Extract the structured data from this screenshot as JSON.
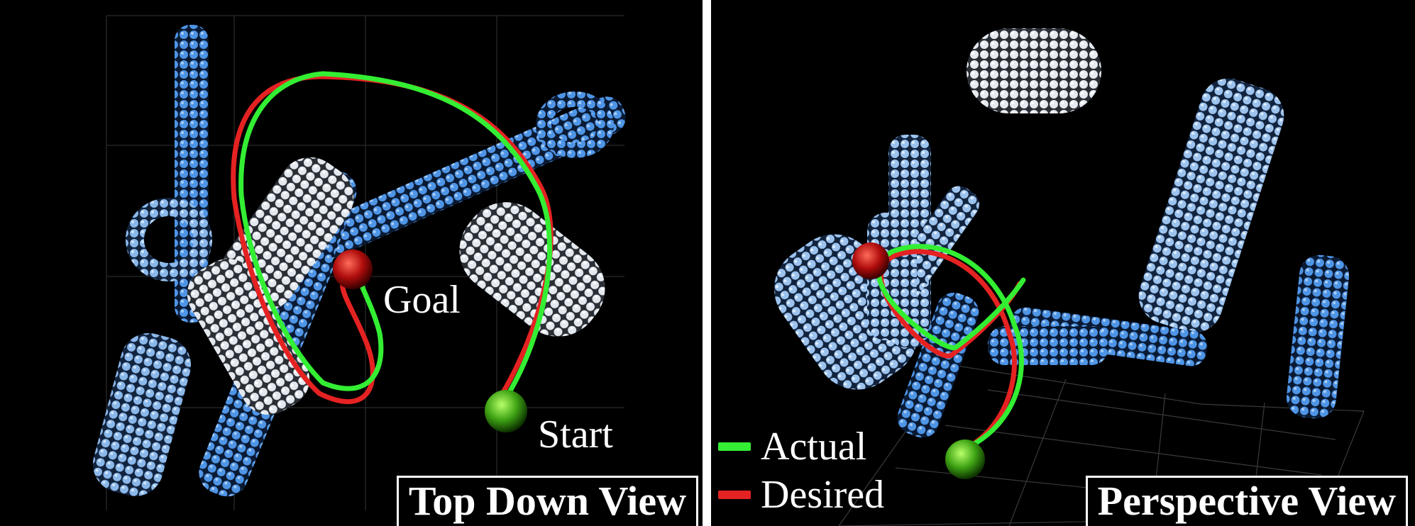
{
  "colors": {
    "actual": "#33ee33",
    "desired": "#e52222",
    "obstacle_blue": "#4a90e2",
    "obstacle_white": "#e8ecf2",
    "background": "#000000"
  },
  "left_panel": {
    "caption": "Top Down View",
    "goal_label": "Goal",
    "start_label": "Start"
  },
  "right_panel": {
    "caption": "Perspective View"
  },
  "legend": [
    {
      "label": "Actual",
      "color": "#33ee33"
    },
    {
      "label": "Desired",
      "color": "#e52222"
    }
  ]
}
